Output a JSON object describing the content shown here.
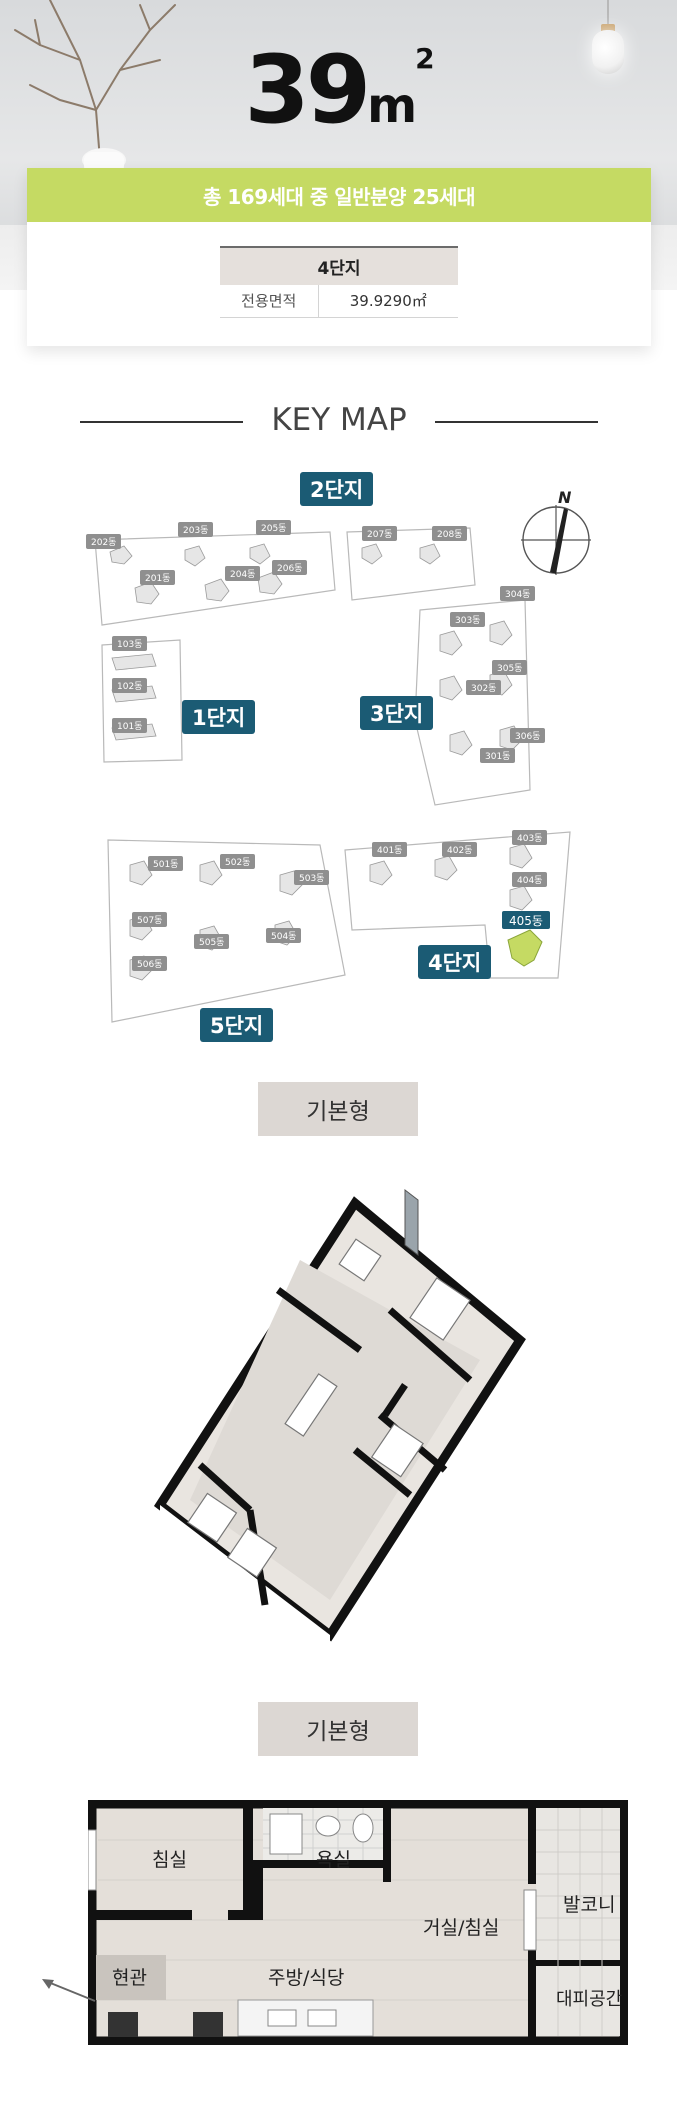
{
  "hero": {
    "size_number": "39",
    "size_unit": "m",
    "size_superscript": "2",
    "summary": "총 169세대 중 일반분양 25세대",
    "spec_table": {
      "header": "4단지",
      "rows": [
        {
          "label": "전용면적",
          "value": "39.9290㎡"
        }
      ]
    }
  },
  "keymap": {
    "title": "KEY MAP",
    "compass_label": "N",
    "zones": [
      "2단지",
      "1단지",
      "3단지",
      "4단지",
      "5단지"
    ],
    "buildings": {
      "zone2": [
        "202동",
        "203동",
        "205동",
        "201동",
        "204동",
        "206동",
        "207동",
        "208동"
      ],
      "zone1": [
        "103동",
        "102동",
        "101동"
      ],
      "zone3": [
        "304동",
        "303동",
        "305동",
        "302동",
        "306동",
        "301동"
      ],
      "zone5": [
        "501동",
        "502동",
        "503동",
        "507동",
        "505동",
        "504동",
        "506동"
      ],
      "zone4": [
        "401동",
        "402동",
        "403동",
        "404동",
        "405동"
      ]
    },
    "highlighted_building": "405동",
    "colors": {
      "zone_label": "#1b5b74",
      "building_label": "#8f8f8f",
      "highlight": "#c5da63",
      "band": "#c5da63"
    }
  },
  "plans": {
    "iso_label": "기본형",
    "flat_label": "기본형",
    "rooms": {
      "bedroom": "침실",
      "bathroom": "욕실",
      "living": "거실/침실",
      "balcony": "발코니",
      "entrance": "현관",
      "kitchen": "주방/식당",
      "evacuation": "대피공간"
    }
  }
}
